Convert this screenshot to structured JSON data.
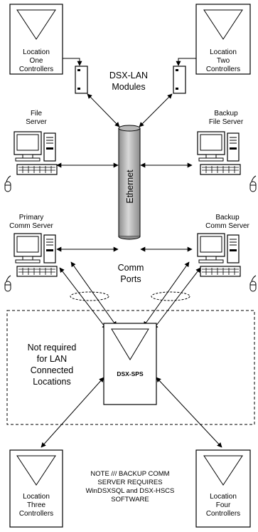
{
  "diagram": {
    "locations": {
      "one": [
        "Location",
        "One",
        "Controllers"
      ],
      "two": [
        "Location",
        "Two",
        "Controllers"
      ],
      "three": [
        "Location",
        "Three",
        "Controllers"
      ],
      "four": [
        "Location",
        "Four",
        "Controllers"
      ]
    },
    "dsx_lan_label": [
      "DSX-LAN",
      "Modules"
    ],
    "file_server_label": [
      "File",
      "Server"
    ],
    "backup_file_server_label": [
      "Backup",
      "File Server"
    ],
    "primary_comm_server_label": [
      "Primary",
      "Comm Server"
    ],
    "backup_comm_server_label": [
      "Backup",
      "Comm Server"
    ],
    "ethernet_label": "Ethernet",
    "comm_ports_label": [
      "Comm",
      "Ports"
    ],
    "not_required_label": [
      "Not required",
      "for LAN",
      "Connected",
      "Locations"
    ],
    "sps_label": "DSX-SPS",
    "note_lines": [
      "NOTE /// BACKUP COMM",
      "SERVER REQUIRES",
      "WinDSXSQL and DSX-HSCS",
      "SOFTWARE"
    ]
  }
}
